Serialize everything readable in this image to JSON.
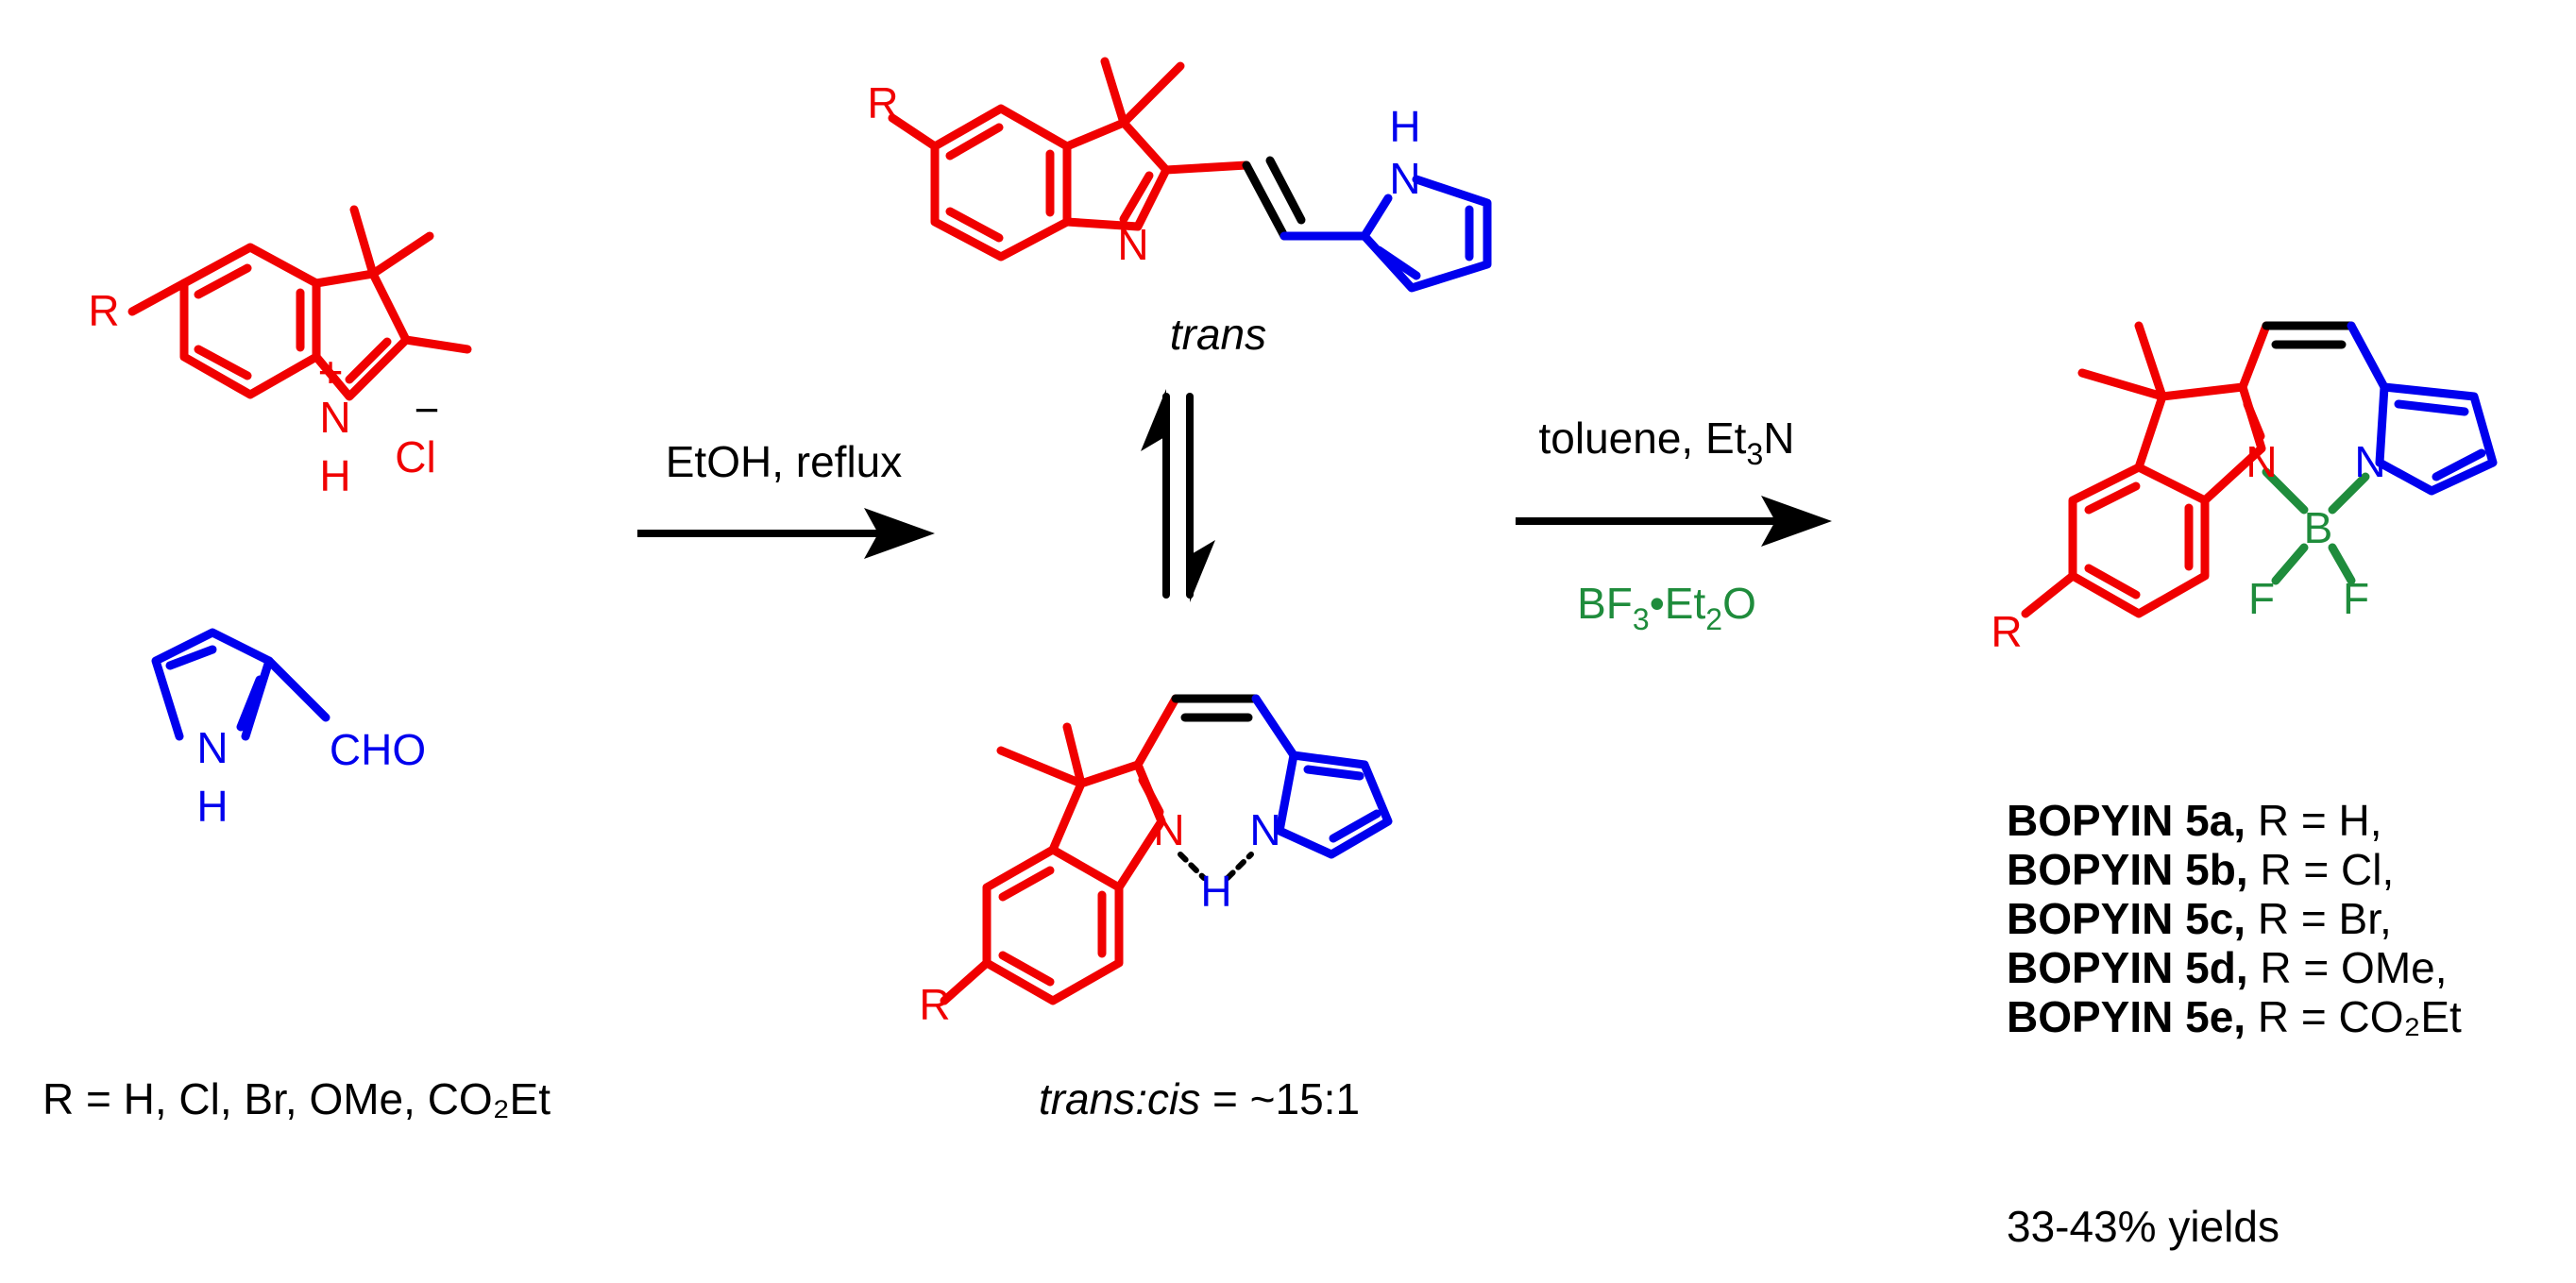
{
  "colors": {
    "indole": "#f00000",
    "pyrrole": "#0000ee",
    "boron": "#1f8c3c",
    "bond": "#000000",
    "text": "#000000"
  },
  "starting_material": {
    "r": "R",
    "n": "N",
    "h": "H",
    "plus": "+",
    "chloride": "Cl",
    "minus": "−"
  },
  "aldehyde": {
    "n": "N",
    "h": "H",
    "cho": "CHO"
  },
  "r_scope": "R = H, Cl, Br, OMe, CO₂Et",
  "step1": {
    "conditions": "EtOH, reflux"
  },
  "trans_isomer": {
    "r": "R",
    "n": "N",
    "nh_n": "N",
    "nh_h": "H",
    "label": "trans"
  },
  "cis_isomer": {
    "r": "R",
    "n_indole": "N",
    "n_pyrrole": "N",
    "h": "H"
  },
  "ratio": {
    "italic_part": "trans:cis",
    "rest": " = ~15:1"
  },
  "step2": {
    "conditions_top_a": "toluene, Et",
    "conditions_top_sub": "3",
    "conditions_top_b": "N",
    "conditions_bottom_a": "BF",
    "conditions_bottom_sub1": "3",
    "conditions_bottom_b": "•Et",
    "conditions_bottom_sub2": "2",
    "conditions_bottom_c": "O"
  },
  "product": {
    "r": "R",
    "n_indole": "N",
    "n_pyrrole": "N",
    "b": "B",
    "f1": "F",
    "f2": "F"
  },
  "product_list": [
    {
      "name": "BOPYIN 5a,",
      "r": " R = H,"
    },
    {
      "name": "BOPYIN 5b,",
      "r": " R = Cl,"
    },
    {
      "name": "BOPYIN 5c,",
      "r": " R = Br,"
    },
    {
      "name": "BOPYIN 5d,",
      "r": " R = OMe,"
    },
    {
      "name": "BOPYIN 5e,",
      "r": " R = CO₂Et"
    }
  ],
  "yields": "33-43% yields"
}
